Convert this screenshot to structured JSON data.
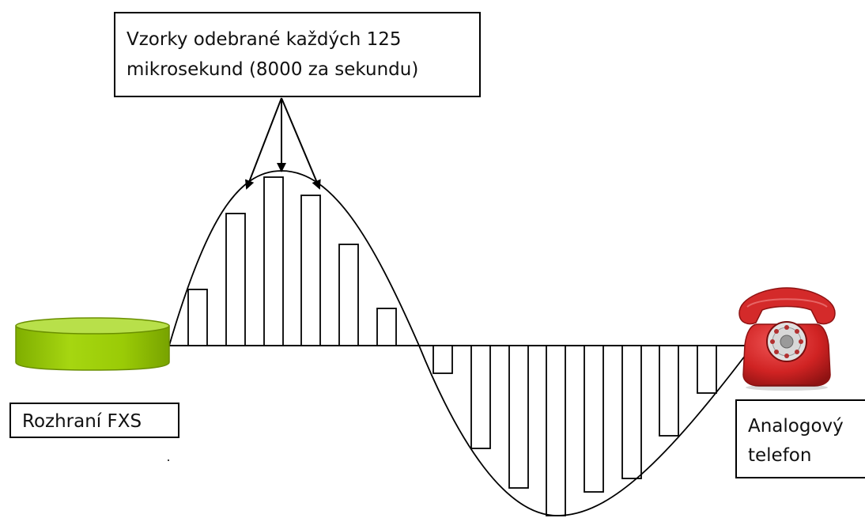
{
  "samples_callout": {
    "line1": "Vzorky odebrané každých 125",
    "line2": "mikrosekund (8000 za sekundu)"
  },
  "fxs_label": "Rozhraní FXS",
  "phone_label": {
    "line1": "Analogový",
    "line2": "telefon"
  },
  "colors": {
    "fxs_cylinder": "#99cc00",
    "fxs_cylinder_top": "#b8e04a",
    "phone_body": "#d42a2a",
    "phone_dark": "#8e1212",
    "lines": "#000000"
  },
  "icons": [
    "fxs-interface-icon",
    "analog-telephone-icon"
  ]
}
